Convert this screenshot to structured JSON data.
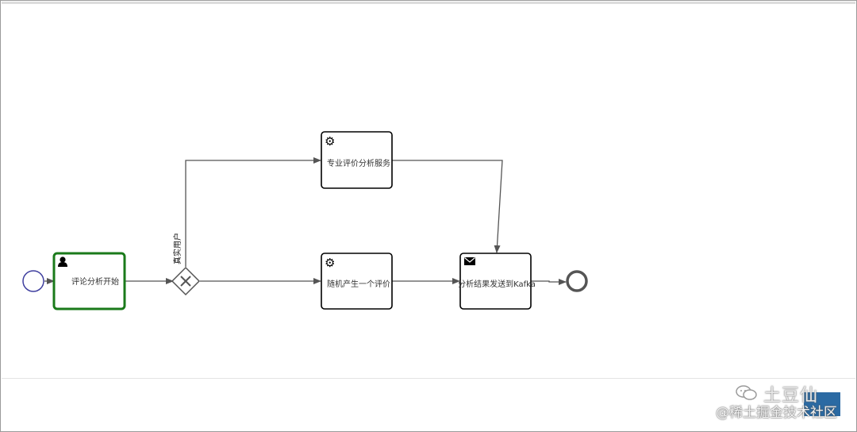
{
  "diagram": {
    "nodes": {
      "start_event": {
        "label": ""
      },
      "task_comment_start": {
        "label": "评论分析开始",
        "icon": "user-icon"
      },
      "gateway_exclusive": {
        "label": "真实用户",
        "icon": "x-icon"
      },
      "task_professional": {
        "label": "专业评价分析服务",
        "icon": "gear-icon"
      },
      "task_random": {
        "label": "随机产生一个评价",
        "icon": "gear-icon"
      },
      "task_send": {
        "label": "分析结果发送到Kafka",
        "icon": "envelope-icon"
      },
      "end_event": {
        "label": ""
      }
    },
    "edges": [
      {
        "from": "start_event",
        "to": "task_comment_start"
      },
      {
        "from": "task_comment_start",
        "to": "gateway_exclusive"
      },
      {
        "from": "gateway_exclusive",
        "to": "task_professional",
        "label": "真实用户"
      },
      {
        "from": "gateway_exclusive",
        "to": "task_random"
      },
      {
        "from": "task_professional",
        "to": "task_send"
      },
      {
        "from": "task_random",
        "to": "task_send"
      },
      {
        "from": "task_send",
        "to": "end_event"
      }
    ],
    "colors": {
      "start_stroke": "#3f3f9f",
      "selected_task_stroke": "#1a7a1a",
      "task_stroke": "#000000",
      "end_stroke": "#555555",
      "edge_stroke": "#555555"
    }
  },
  "watermark": {
    "title": "土豆仙",
    "subtitle": "@稀土掘金技术社区"
  }
}
